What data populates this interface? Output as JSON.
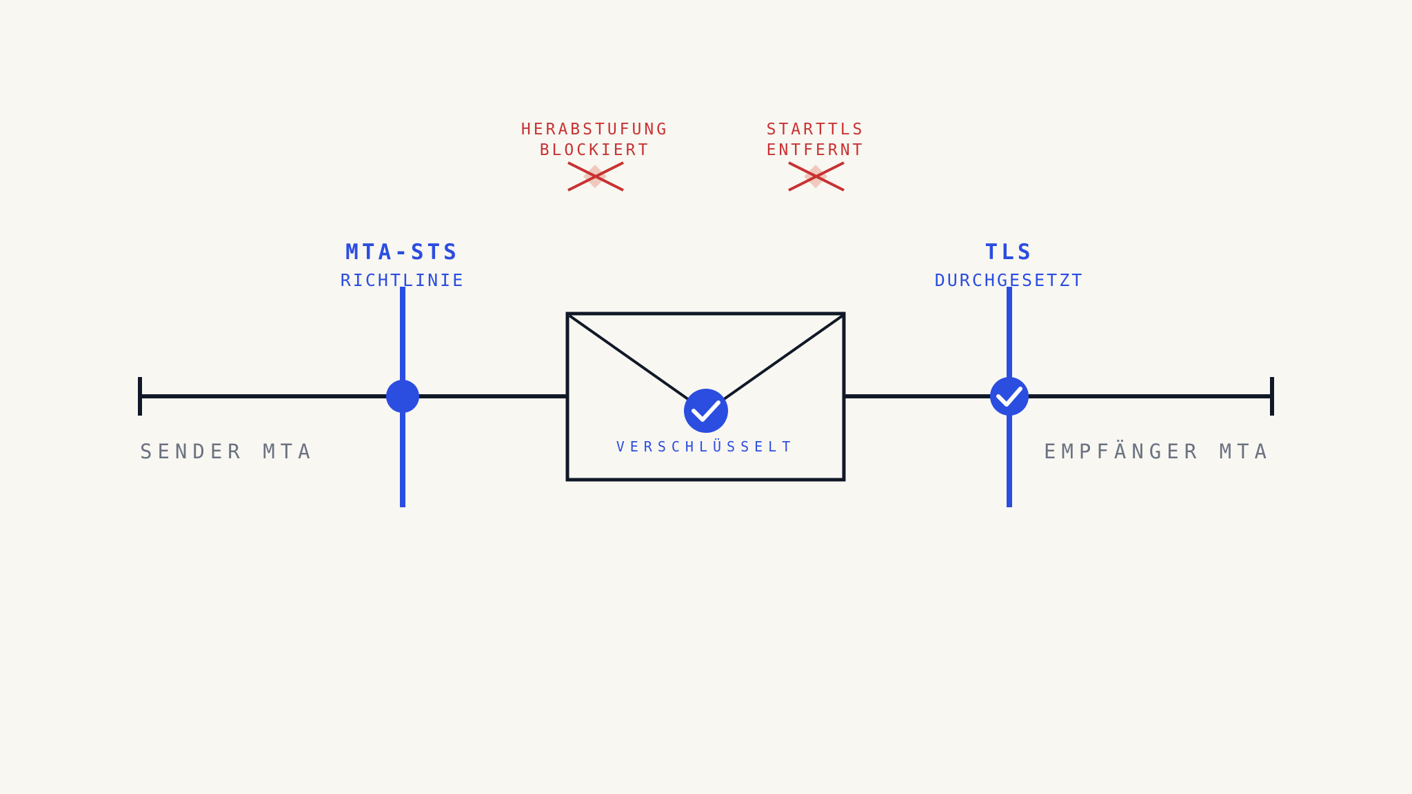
{
  "colors": {
    "background": "#f8f7f2",
    "line": "#111827",
    "accent_blue": "#2b4de0",
    "alert_red": "#c83232",
    "alert_fill": "#f0c9bd",
    "muted_gray": "#6b7280",
    "check_white": "#ffffff"
  },
  "labels": {
    "sender": "SENDER MTA",
    "receiver": "EMPFÄNGER MTA",
    "policy_title": "MTA-STS",
    "policy_sub": "RICHTLINIE",
    "tls_title": "TLS",
    "tls_sub": "DURCHGESETZT",
    "envelope_status": "VERSCHLÜSSELT",
    "threat1_line1": "HERABSTUFUNG",
    "threat1_line2": "BLOCKIERT",
    "threat2_line1": "STARTTLS",
    "threat2_line2": "ENTFERNT"
  },
  "icons": {
    "envelope": "envelope-icon",
    "envelope_check": "check-circle-icon",
    "tls_check": "check-circle-icon",
    "threat_block": "x-cross-icon",
    "policy_node": "circle-node-icon"
  }
}
